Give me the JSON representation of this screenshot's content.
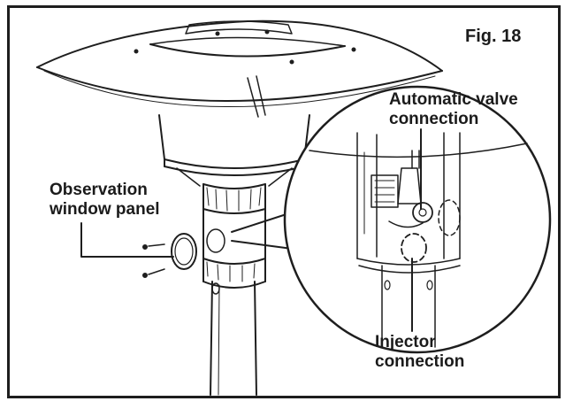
{
  "figure": {
    "label": "Fig. 18"
  },
  "callouts": {
    "observation_line1": "Observation",
    "observation_line2": "window panel",
    "valve_line1": "Automatic valve",
    "valve_line2": "connection",
    "injector_line1": "Injector",
    "injector_line2": "connection"
  },
  "colors": {
    "ink": "#1e1e1e",
    "paper": "#ffffff"
  }
}
